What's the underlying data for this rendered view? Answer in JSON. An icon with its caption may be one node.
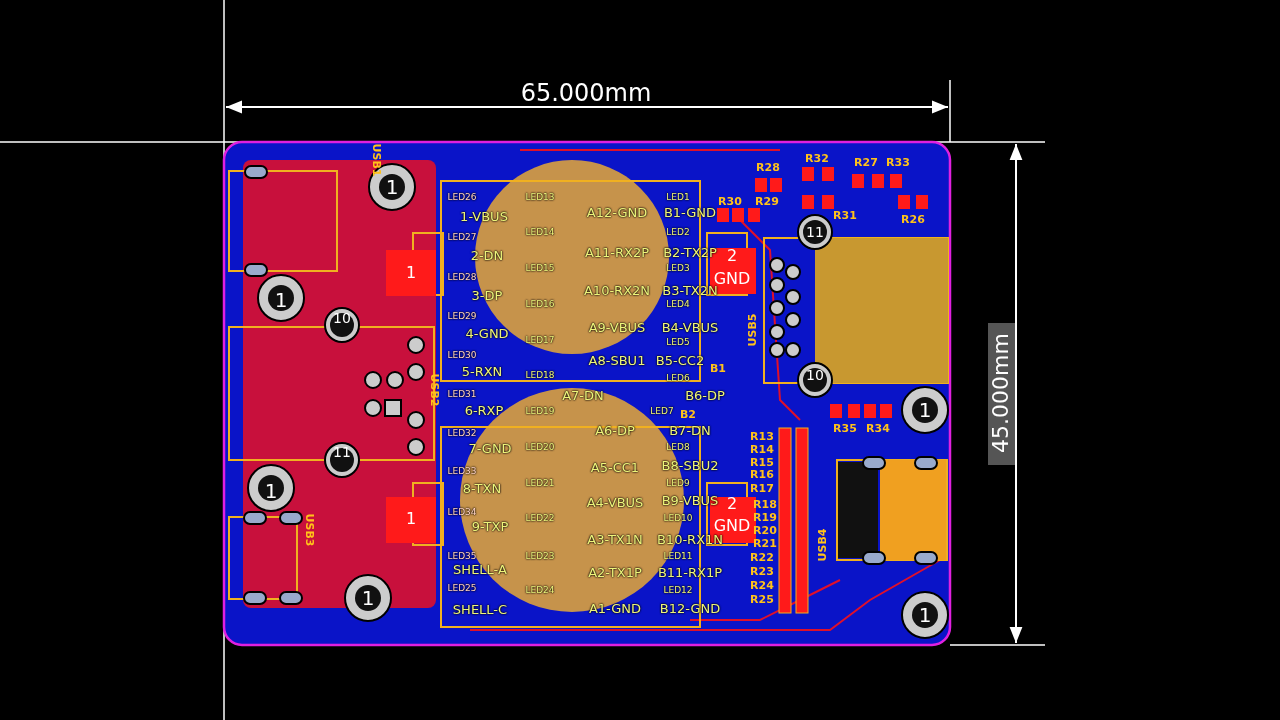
{
  "diagram": {
    "labels": [
      "65.000mm",
      "USB1",
      "R28",
      "R32",
      "R27",
      "R33",
      "1",
      "LED26",
      "LED13",
      "LED1",
      "R30",
      "R29",
      "1-VBUS",
      "A12-GND",
      "B1-GND",
      "R31",
      "R26",
      "LED27",
      "LED14",
      "LED2",
      "11",
      "2-DN",
      "A11-RX2P",
      "B2-TX2P",
      "2",
      "1",
      "LED28",
      "LED15",
      "LED3",
      "GND",
      "1",
      "3-DP",
      "A10-RX2N",
      "B3-TX2N",
      "10",
      "LED29",
      "LED16",
      "LED4",
      "4-GND",
      "A9-VBUS",
      "B4-VBUS",
      "LED17",
      "LED5",
      "USB5",
      "LED30",
      "USB2",
      "5-RXN",
      "LED18",
      "A8-SBU1",
      "B5-CC2",
      "LED6",
      "B1",
      "10",
      "LED31",
      "A7-DN",
      "B6-DP",
      "6-RXP",
      "LED19",
      "LED7",
      "B2",
      "1",
      "LED32",
      "A6-DP",
      "B7-DN",
      "R13",
      "R35",
      "R34",
      "11",
      "7-GND",
      "LED20",
      "LED8",
      "R14",
      "LED33",
      "A5-CC1",
      "B8-SBU2",
      "R15",
      "R16",
      "1",
      "8-TXN",
      "LED21",
      "LED9",
      "R17",
      "A4-VBUS",
      "B9-VBUS",
      "2",
      "R18",
      "USB3",
      "1",
      "LED34",
      "9-TXP",
      "LED22",
      "LED10",
      "GND",
      "R19",
      "A3-TX1N",
      "B10-RX1N",
      "R20",
      "R21",
      "LED35",
      "LED23",
      "LED11",
      "R22",
      "USB4",
      "SHELL-A",
      "A2-TX1P",
      "B11-RX1P",
      "R23",
      "1",
      "LED25",
      "LED24",
      "LED12",
      "R24",
      "SHELL-C",
      "A1-GND",
      "B12-GND",
      "R25",
      "1",
      "45.000mm"
    ]
  }
}
